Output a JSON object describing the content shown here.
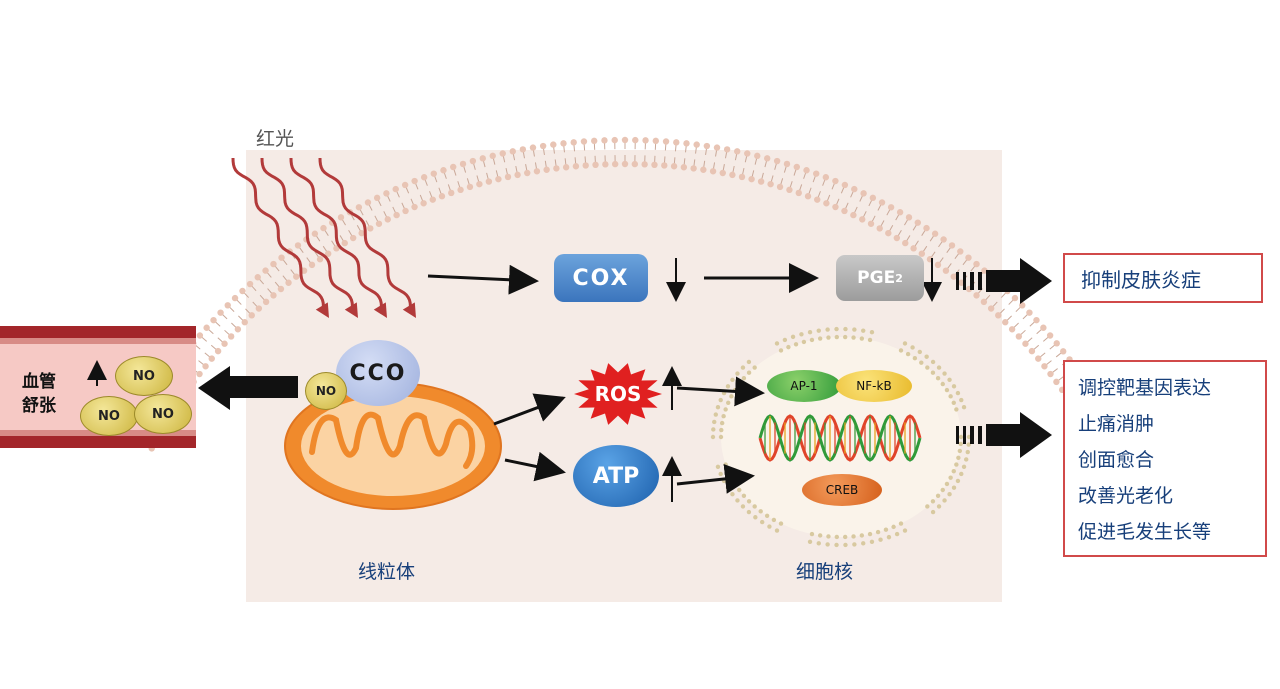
{
  "labels": {
    "red_light": "红光",
    "cox": "COX",
    "pge_main": "PGE",
    "pge_sub": "2",
    "cco": "CCO",
    "no": "NO",
    "ros": "ROS",
    "atp": "ATP",
    "ap1": "AP-1",
    "nfkb": "NF-kB",
    "creb": "CREB",
    "mitochondria": "线粒体",
    "nucleus": "细胞核",
    "vasodilation_line1": "血管",
    "vasodilation_line2": "舒张"
  },
  "outcomes": {
    "inflammation": "抑制皮肤炎症",
    "effects": [
      "调控靶基因表达",
      "止痛消肿",
      "创面愈合",
      "改善光老化",
      "促进毛发生长等"
    ]
  },
  "colors": {
    "cell_background": "#f5ebe6",
    "membrane_head": "#e8c4b4",
    "light_wave": "#b23a3a",
    "mitochondria_outer": "#f08a2c",
    "mitochondria_inner": "#fbd3a3",
    "ros_burst": "#e02020",
    "vessel_wall": "#a3262a",
    "vessel_lumen": "#f6c9c5",
    "box_border": "#d14a4a",
    "text_blue": "#173f7a"
  }
}
